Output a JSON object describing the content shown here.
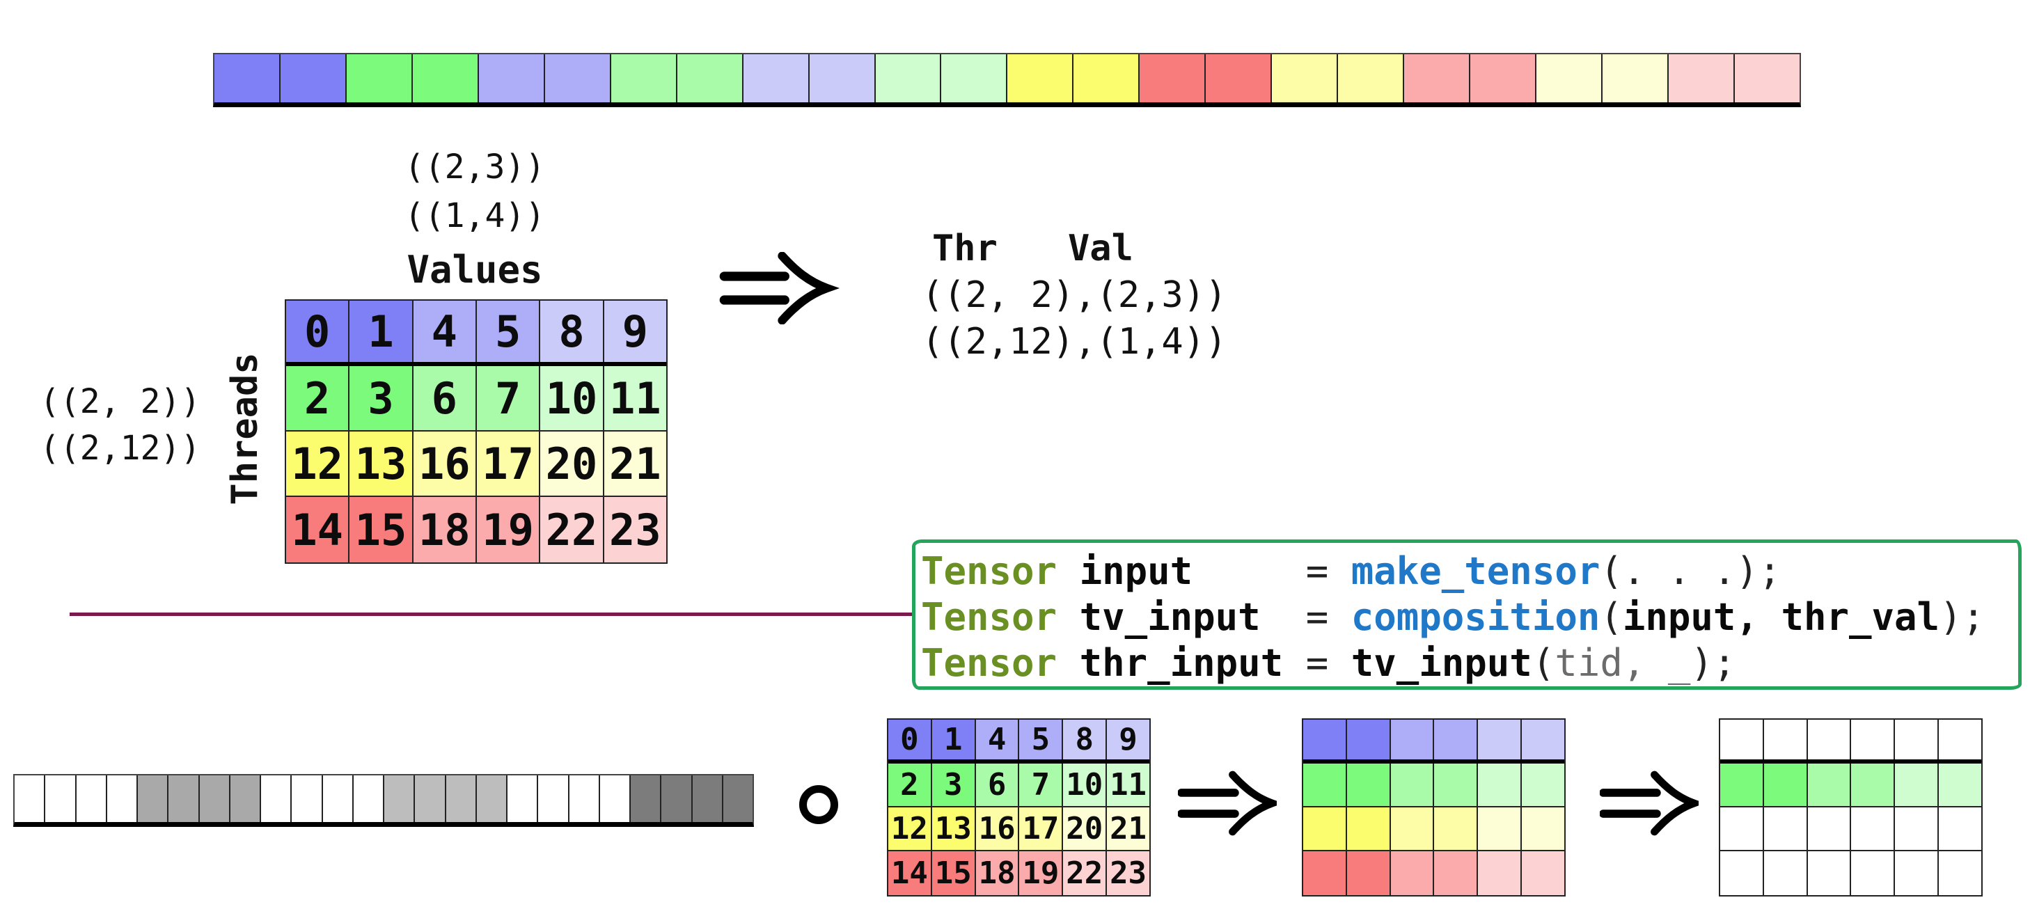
{
  "palette": {
    "blue1": "#7f7ff6",
    "blue2": "#aeaef8",
    "blue3": "#cbcbfa",
    "green1": "#7bfa7b",
    "green2": "#a9fba9",
    "green3": "#cffdcf",
    "yellow1": "#fcfc6f",
    "yellow2": "#fdfda8",
    "yellow3": "#fefed6",
    "red1": "#f97c7c",
    "red2": "#fbabab",
    "red3": "#fdd2d2",
    "white": "#ffffff",
    "gray_medium": "#a9a9a9",
    "gray_light": "#bdbdbd",
    "gray_dark": "#7c7c7c",
    "divider": "#7d1a4d",
    "code_border": "#25a55b",
    "keyword": "#6a9023",
    "function": "#1f78c8"
  },
  "top_strip": {
    "cell_colors": [
      "blue1",
      "blue1",
      "green1",
      "green1",
      "blue2",
      "blue2",
      "green2",
      "green2",
      "blue3",
      "blue3",
      "green3",
      "green3",
      "yellow1",
      "yellow1",
      "red1",
      "red1",
      "yellow2",
      "yellow2",
      "red2",
      "red2",
      "yellow3",
      "yellow3",
      "red3",
      "red3"
    ]
  },
  "tv_diagram": {
    "value_shape_line1": "((2,3))",
    "value_shape_line2": "((1,4))",
    "values_axis_label": "Values",
    "threads_axis_label": "Threads",
    "thread_shape_line1": "((2, 2))",
    "thread_shape_line2": "((2,12))",
    "values_table": {
      "rows": [
        {
          "family": "blue",
          "cells": [
            "0",
            "1",
            "4",
            "5",
            "8",
            "9"
          ]
        },
        {
          "family": "green",
          "cells": [
            "2",
            "3",
            "6",
            "7",
            "10",
            "11"
          ]
        },
        {
          "family": "yellow",
          "cells": [
            "12",
            "13",
            "16",
            "17",
            "20",
            "21"
          ]
        },
        {
          "family": "red",
          "cells": [
            "14",
            "15",
            "18",
            "19",
            "22",
            "23"
          ]
        }
      ]
    },
    "result_header_thr": "Thr",
    "result_header_val": "Val",
    "result_line1": "((2, 2),(2,3))",
    "result_line2": "((2,12),(1,4))"
  },
  "code_panel": {
    "lines": [
      [
        {
          "text": "Tensor",
          "style": "kw"
        },
        {
          "text": " input",
          "style": "id"
        },
        {
          "text": "     = ",
          "style": "pl"
        },
        {
          "text": "make_tensor",
          "style": "fn"
        },
        {
          "text": "(. . .);",
          "style": "pl"
        }
      ],
      [
        {
          "text": "Tensor",
          "style": "kw"
        },
        {
          "text": " tv_input",
          "style": "id"
        },
        {
          "text": "  = ",
          "style": "pl"
        },
        {
          "text": "composition",
          "style": "fn"
        },
        {
          "text": "(",
          "style": "pl"
        },
        {
          "text": "input, thr_val",
          "style": "id"
        },
        {
          "text": ");",
          "style": "pl"
        }
      ],
      [
        {
          "text": "Tensor",
          "style": "kw"
        },
        {
          "text": " thr_input",
          "style": "id"
        },
        {
          "text": " = ",
          "style": "pl"
        },
        {
          "text": "tv_input",
          "style": "id"
        },
        {
          "text": "(",
          "style": "pl"
        },
        {
          "text": "tid, _",
          "style": "dim"
        },
        {
          "text": ");",
          "style": "pl"
        }
      ]
    ]
  },
  "bottom_flow": {
    "memory_strip_cell_colors": [
      "white",
      "white",
      "white",
      "white",
      "gray_medium",
      "gray_medium",
      "gray_medium",
      "gray_medium",
      "white",
      "white",
      "white",
      "white",
      "gray_light",
      "gray_light",
      "gray_light",
      "gray_light",
      "white",
      "white",
      "white",
      "white",
      "gray_dark",
      "gray_dark",
      "gray_dark",
      "gray_dark"
    ],
    "compose_operator": "∘",
    "numbered_table": {
      "rows": [
        {
          "family": "blue",
          "cells": [
            "0",
            "1",
            "4",
            "5",
            "8",
            "9"
          ]
        },
        {
          "family": "green",
          "cells": [
            "2",
            "3",
            "6",
            "7",
            "10",
            "11"
          ]
        },
        {
          "family": "yellow",
          "cells": [
            "12",
            "13",
            "16",
            "17",
            "20",
            "21"
          ]
        },
        {
          "family": "red",
          "cells": [
            "14",
            "15",
            "18",
            "19",
            "22",
            "23"
          ]
        }
      ]
    },
    "colored_table": {
      "rows": [
        {
          "family": "blue"
        },
        {
          "family": "green"
        },
        {
          "family": "yellow"
        },
        {
          "family": "red"
        }
      ]
    },
    "result_table": {
      "rows": [
        {
          "family": "none"
        },
        {
          "family": "green"
        },
        {
          "family": "none"
        },
        {
          "family": "none"
        }
      ]
    }
  }
}
